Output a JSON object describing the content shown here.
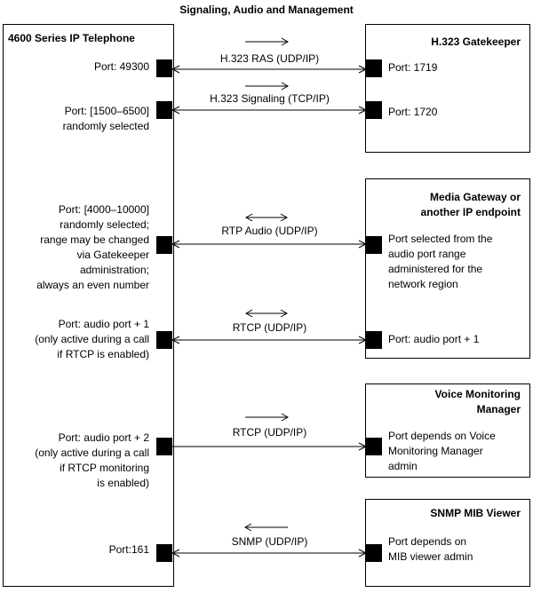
{
  "title": "Signaling, Audio and Management",
  "phone": {
    "name": "4600 Series IP Telephone",
    "ports": [
      [
        "Port: 49300"
      ],
      [
        "Port: [1500–6500]",
        "randomly selected"
      ],
      [
        "Port: [4000–10000]",
        "randomly selected;",
        "range may be changed",
        "via Gatekeeper",
        "administration;",
        "always an even number"
      ],
      [
        "Port: audio port + 1",
        "(only active during a call",
        "if RTCP is enabled)"
      ],
      [
        "Port: audio port + 2",
        "(only active during a call",
        "if RTCP monitoring",
        "is enabled)"
      ],
      [
        "Port:161"
      ]
    ]
  },
  "links": [
    {
      "label": "H.323 RAS (UDP/IP)",
      "direction": "right"
    },
    {
      "label": "H.323 Signaling (TCP/IP)",
      "direction": "right"
    },
    {
      "label": "RTP Audio (UDP/IP)",
      "direction": "both"
    },
    {
      "label": "RTCP (UDP/IP)",
      "direction": "both"
    },
    {
      "label": "RTCP (UDP/IP)",
      "direction": "right"
    },
    {
      "label": "SNMP (UDP/IP)",
      "direction": "left"
    }
  ],
  "endpoints": {
    "gatekeeper": {
      "title": [
        "H.323 Gatekeeper"
      ],
      "ports": [
        [
          "Port: 1719"
        ],
        [
          "Port: 1720"
        ]
      ]
    },
    "media_gateway": {
      "title": [
        "Media Gateway or",
        "another IP endpoint"
      ],
      "ports": [
        [
          "Port selected from the",
          "audio port range",
          "administered for the",
          "network region"
        ],
        [
          "Port: audio port + 1"
        ]
      ]
    },
    "voice_monitoring": {
      "title": [
        "Voice Monitoring",
        "Manager"
      ],
      "ports": [
        [
          "Port depends on Voice",
          "Monitoring Manager",
          "admin"
        ]
      ]
    },
    "snmp": {
      "title": [
        "SNMP MIB Viewer"
      ],
      "ports": [
        [
          "Port depends on",
          "MIB viewer admin"
        ]
      ]
    }
  }
}
